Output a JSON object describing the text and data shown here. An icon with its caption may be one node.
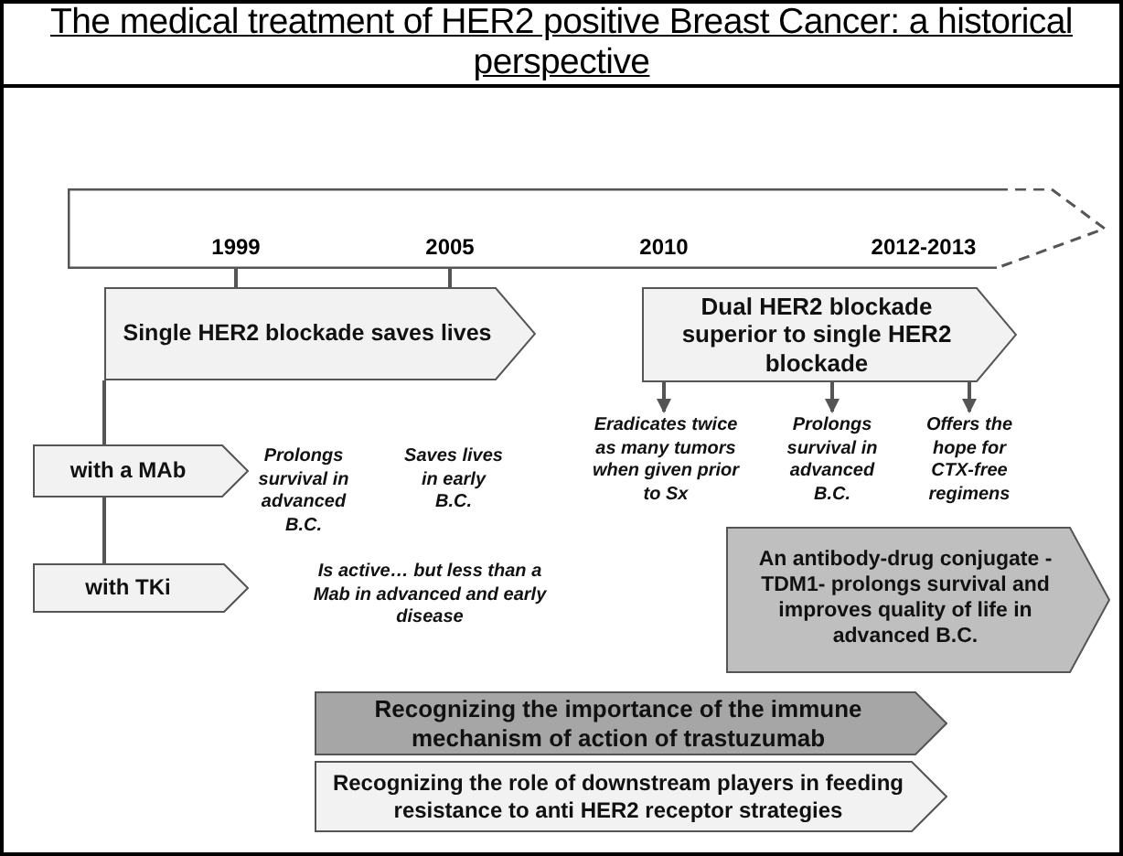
{
  "diagram": {
    "title": "The medical treatment of HER2 positive Breast Cancer: a historical perspective",
    "nodes": [
      {
        "text": [
          "1999",
          "2005",
          "2010",
          "2012-2013"
        ]
      },
      {
        "text": [
          "Single HER2 blockade saves lives"
        ]
      },
      {
        "text": [
          "with a MAb"
        ]
      },
      {
        "text": [
          "with TKi"
        ]
      },
      {
        "text": [
          "Dual HER2 blockade superior to single HER2 blockade"
        ]
      },
      {
        "text": [
          "Eradicates twice as many tumors when given prior to Sx"
        ]
      },
      {
        "text": [
          "Prolongs survival in advanced B.C."
        ]
      },
      {
        "text": [
          "Offers the hope for CTX-free regimens"
        ]
      },
      {
        "text": [
          "An antibody-drug conjugate - TDM1- prolongs survival and improves quality of life in advanced B.C."
        ]
      },
      {
        "text": [
          "Recognizing the importance of the immune mechanism of action of trastuzumab"
        ]
      },
      {
        "text": [
          "Recognizing the role of downstream players in feeding resistance to anti HER2 receptor strategies"
        ]
      }
    ],
    "edges": [
      {
        "from": 0,
        "to": 1,
        "arrow": "none"
      },
      {
        "from": 0,
        "to": 1,
        "arrow": "none"
      },
      {
        "from": 1,
        "to": 2,
        "arrow": "none"
      },
      {
        "from": 2,
        "to": 3,
        "arrow": "none"
      },
      {
        "from": 4,
        "to": 5,
        "arrow": "to"
      },
      {
        "from": 4,
        "to": 6,
        "arrow": "to"
      },
      {
        "from": 4,
        "to": 7,
        "arrow": "to"
      }
    ],
    "labels": [
      "Prolongs survival in advanced B.C.",
      "Saves lives in early B.C.",
      "Is active… but less than a Mab in advanced and early disease"
    ]
  }
}
